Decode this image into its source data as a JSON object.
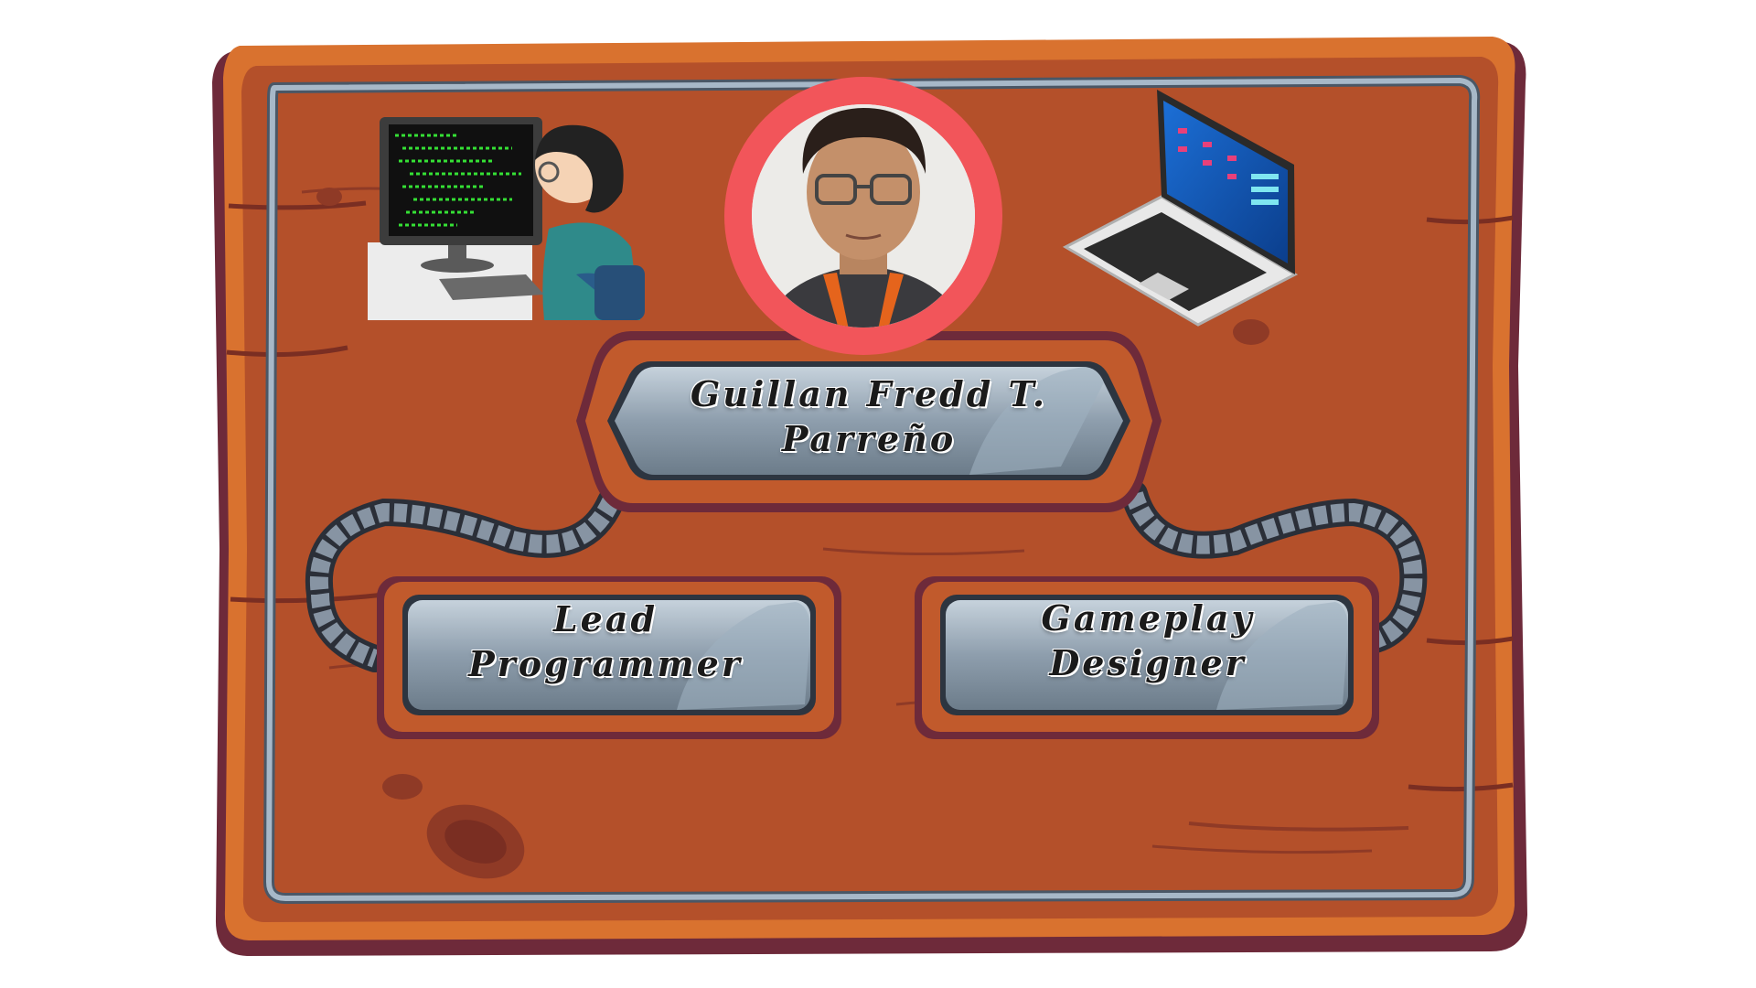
{
  "profile": {
    "name": "Guillan Fredd T. Parreño",
    "photo_icon": "person-portrait-icon"
  },
  "roles": [
    {
      "line1": "Lead Programmer",
      "line2": ""
    },
    {
      "line1": "Gameplay",
      "line2": "Designer"
    }
  ],
  "illustrations": {
    "left": "programmer-at-computer-icon",
    "right": "laptop-icon"
  },
  "colors": {
    "board": "#b4502a",
    "board_dark": "#7a2e22",
    "board_edge": "#e07a3a",
    "frame": "#8fa3b8",
    "plate": "#7f8f9c",
    "photo_ring": "#f2555a"
  }
}
